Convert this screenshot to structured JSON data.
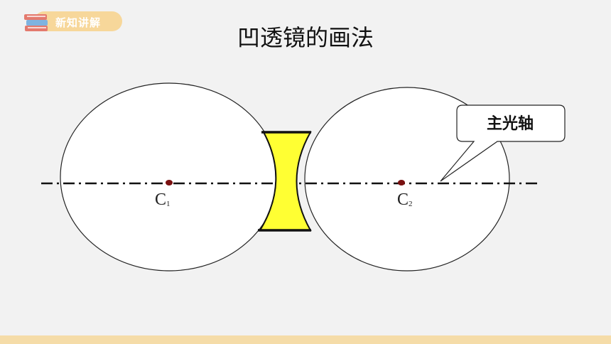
{
  "header": {
    "badge_label": "新知讲解"
  },
  "title": "凹透镜的画法",
  "diagram": {
    "callout_label": "主光轴",
    "center_left": {
      "letter": "C",
      "subscript": "1"
    },
    "center_right": {
      "letter": "C",
      "subscript": "2"
    },
    "colors": {
      "lens_fill": "#ffff33",
      "accent": "#f7d79a",
      "point": "#7a1010"
    }
  }
}
